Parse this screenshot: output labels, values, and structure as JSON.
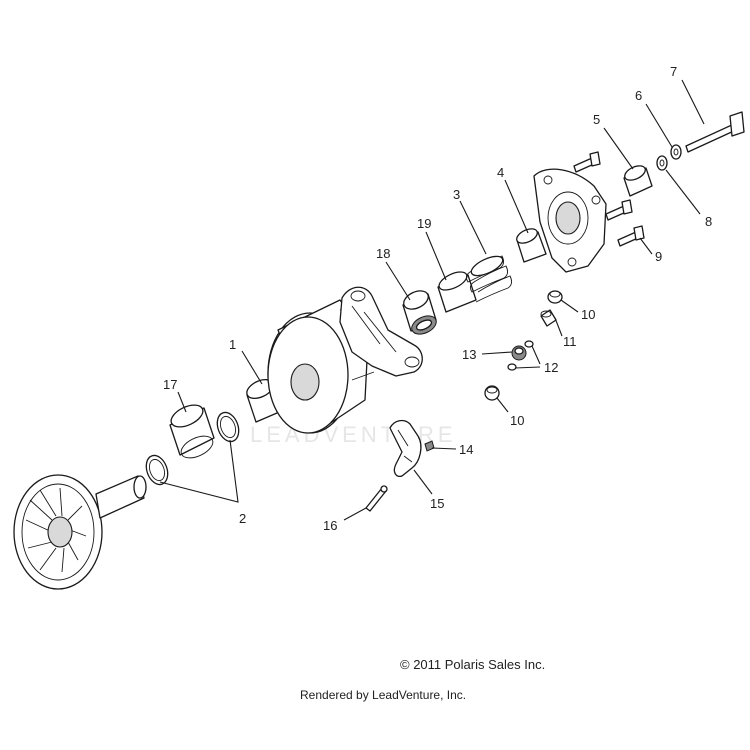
{
  "watermark": "LEADVENTURE",
  "copyright": "© 2011 Polaris Sales Inc.",
  "rendered_by": "Rendered by LeadVenture, Inc.",
  "callouts": {
    "c1": "1",
    "c2": "2",
    "c3": "3",
    "c4": "4",
    "c5": "5",
    "c6": "6",
    "c7": "7",
    "c8": "8",
    "c9": "9",
    "c10a": "10",
    "c10b": "10",
    "c11": "11",
    "c12": "12",
    "c13": "13",
    "c14": "14",
    "c15": "15",
    "c16": "16",
    "c17": "17",
    "c18": "18",
    "c19": "19"
  }
}
